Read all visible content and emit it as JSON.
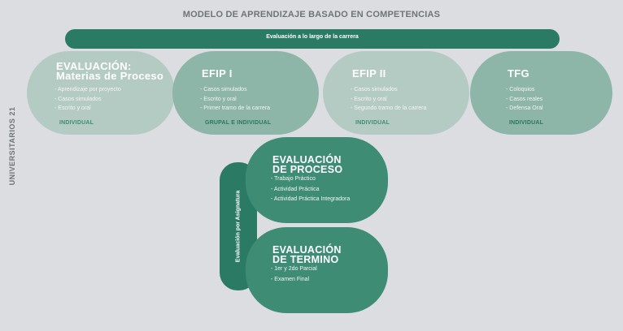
{
  "title": "MODELO DE APRENDIZAJE BASADO EN COMPETENCIAS",
  "side_label": "UNIVERSITARIOS 21",
  "top_bar_label": "Evaluación a lo largo de la carrera",
  "cards": [
    {
      "title_line1": "EVALUACIÓN:",
      "title_line2": "Materias de Proceso",
      "items": [
        "- Aprendizaje por proyecto",
        "- Casos simulados",
        "- Escrito y oral"
      ],
      "tag": "INDIVIDUAL"
    },
    {
      "title_line1": "EFIP I",
      "title_line2": "",
      "items": [
        "- Casos simulados",
        "- Escrito y oral",
        "- Primer tramo de la carrera"
      ],
      "tag": "GRUPAL E INDIVIDUAL"
    },
    {
      "title_line1": "EFIP II",
      "title_line2": "",
      "items": [
        "- Casos simulados",
        "- Escrito y oral",
        "- Segundo tramo de la carrera"
      ],
      "tag": "INDIVIDUAL"
    },
    {
      "title_line1": "TFG",
      "title_line2": "",
      "items": [
        "- Coloquios",
        "- Casos reales",
        "- Defensa Oral"
      ],
      "tag": "INDIVIDUAL"
    }
  ],
  "vertical_bar_label": "Evaluación por Asignatura",
  "subject_evaluations": [
    {
      "title_line1": "EVALUACIÓN",
      "title_line2": "DE PROCESO",
      "items": [
        "- Trabajo Práctico",
        "- Actividad Práctica",
        "- Actividad Práctica Integradora"
      ]
    },
    {
      "title_line1": "EVALUACIÓN",
      "title_line2": "DE TERMINO",
      "items": [
        "- 1er y 2do Parcial",
        "- Examen Final"
      ]
    }
  ],
  "colors": {
    "background": "#dcdde0",
    "dark_green": "#2a7a64",
    "medium_green": "#3e8c74",
    "light_card": "#b4cbc3",
    "mid_card": "#8db5a8"
  }
}
